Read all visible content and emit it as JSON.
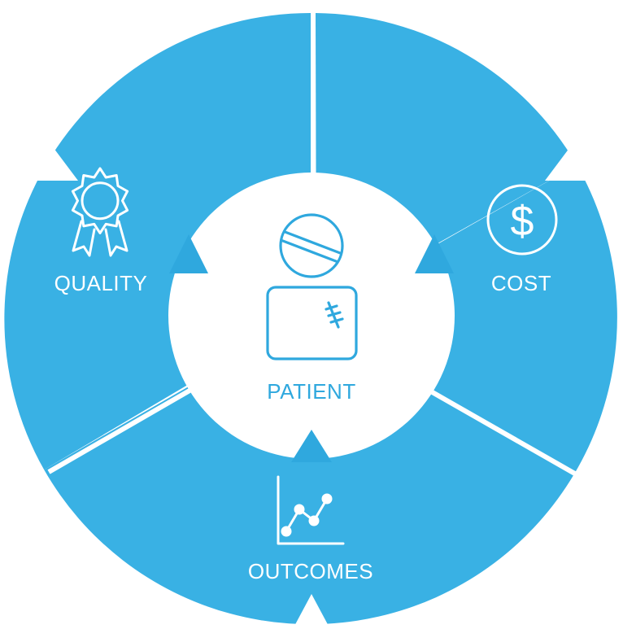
{
  "colors": {
    "ring": "#39B1E4",
    "accent": "#2FA8DE",
    "background": "#FFFFFF",
    "icon_on_ring": "#FFFFFF"
  },
  "center": {
    "label": "PATIENT",
    "icon": "patient-icon"
  },
  "segments": [
    {
      "id": "quality",
      "label": "QUALITY",
      "icon": "award-ribbon-icon"
    },
    {
      "id": "cost",
      "label": "COST",
      "icon": "dollar-icon"
    },
    {
      "id": "outcomes",
      "label": "OUTCOMES",
      "icon": "line-chart-icon"
    }
  ]
}
